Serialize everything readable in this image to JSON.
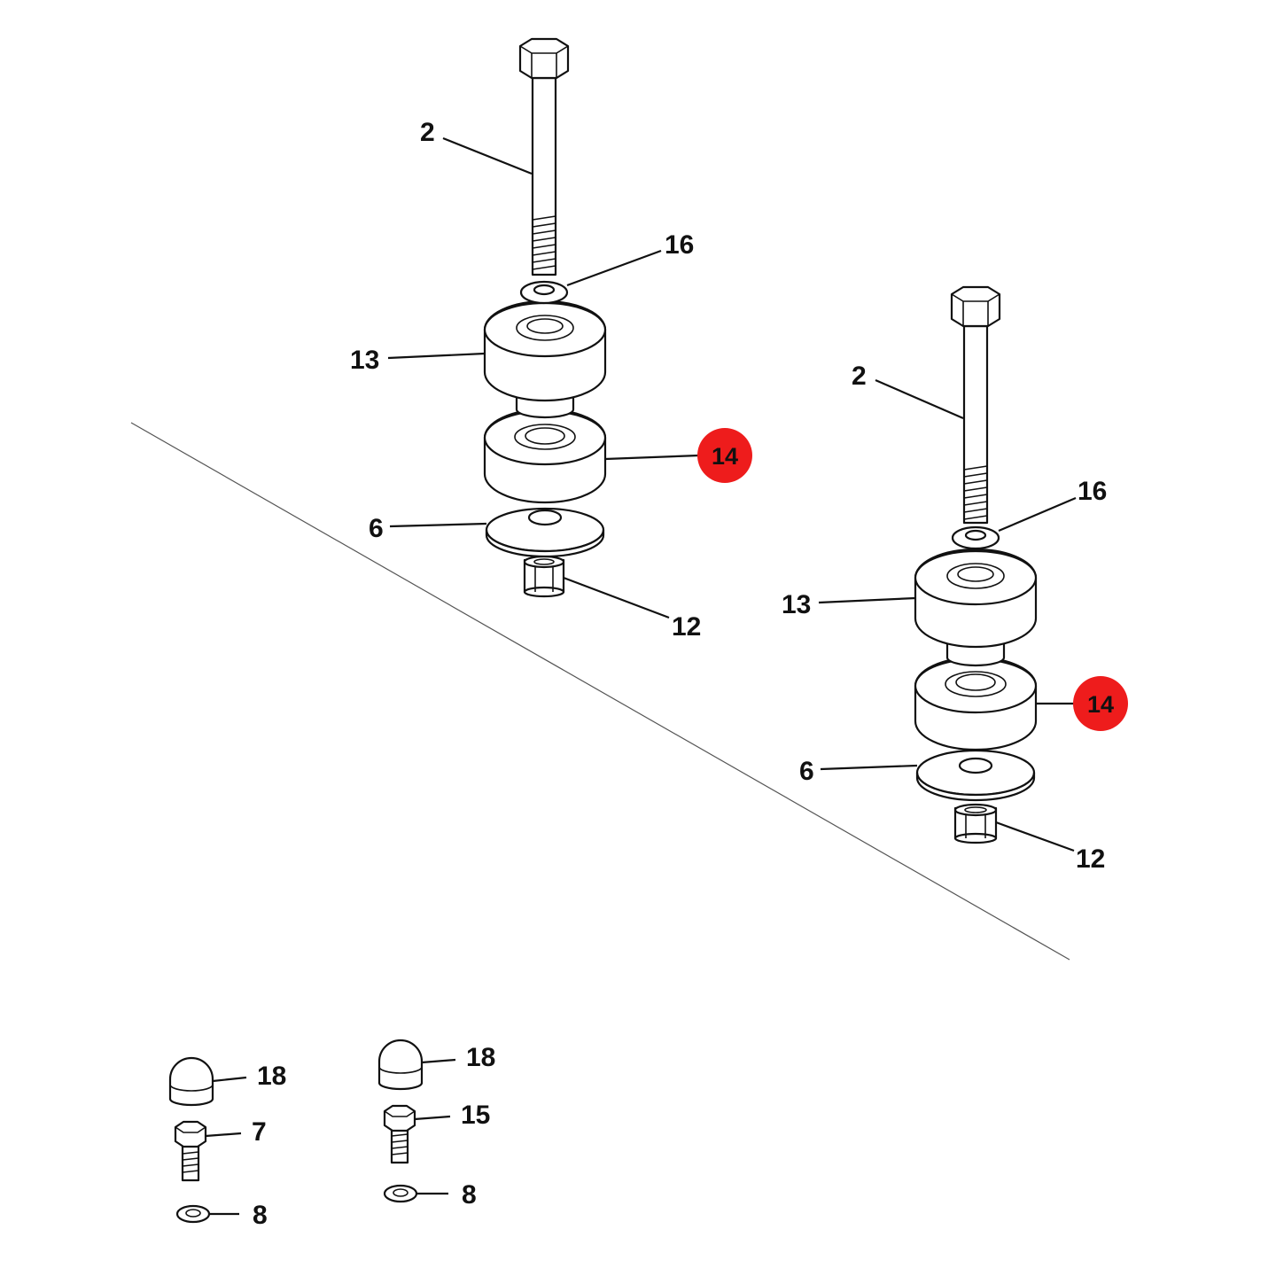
{
  "callouts": {
    "left_2": "2",
    "left_16": "16",
    "left_13": "13",
    "left_14": "14",
    "left_6": "6",
    "left_12": "12",
    "right_2": "2",
    "right_16": "16",
    "right_13": "13",
    "right_14": "14",
    "right_6": "6",
    "right_12": "12",
    "kit_a_18": "18",
    "kit_a_7": "7",
    "kit_a_8": "8",
    "kit_b_18": "18",
    "kit_b_15": "15",
    "kit_b_8": "8"
  },
  "highlight_color": "#ee1c1c"
}
